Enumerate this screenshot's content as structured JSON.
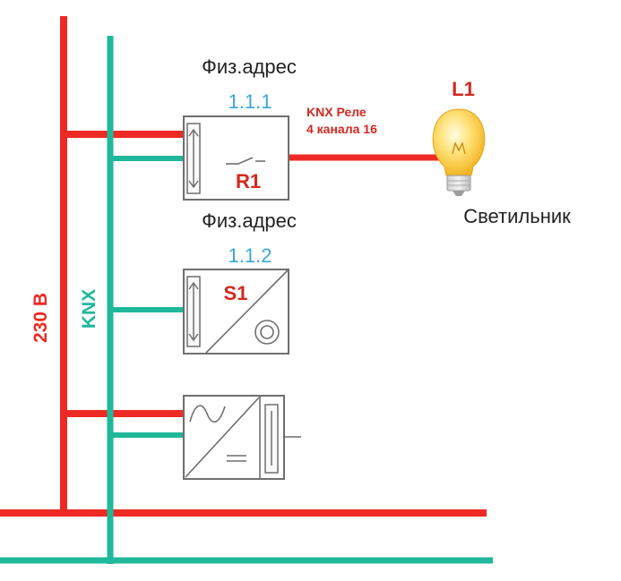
{
  "colors": {
    "power": "#ee2a24",
    "bus": "#1fb89a",
    "address": "#3aa7d8",
    "device_stroke": "#6f6f6f",
    "label_red": "#d6271f",
    "text_dark": "#222222"
  },
  "labels": {
    "power_line": "230 В",
    "bus_line": "KNX"
  },
  "relay": {
    "caption": "Физ.адрес",
    "address": "1.1.1",
    "name": "R1",
    "desc_line1": "KNX Реле",
    "desc_line2": "4 канала 16"
  },
  "switch": {
    "caption": "Физ.адрес",
    "address": "1.1.2",
    "name": "S1"
  },
  "lamp": {
    "name": "L1",
    "label": "Светильник"
  },
  "icons": {
    "lamp": "lightbulb-icon",
    "relay_contact": "switch-contact-icon",
    "pushbutton": "pushbutton-icon",
    "ac_wave": "sine-wave-icon",
    "dc": "dc-lines-icon",
    "bus_connector": "bus-connector-icon"
  }
}
